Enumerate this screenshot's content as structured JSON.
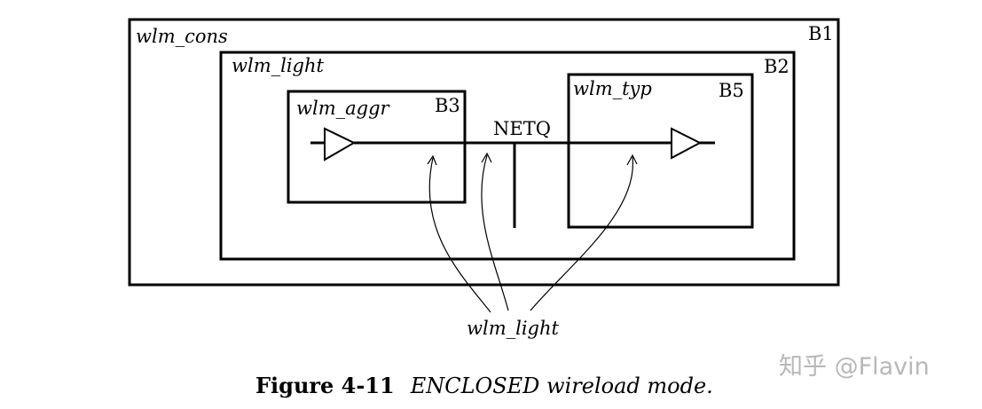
{
  "blocks": {
    "b1": {
      "name": "wlm_cons",
      "id": "B1"
    },
    "b2": {
      "name": "wlm_light",
      "id": "B2"
    },
    "b3": {
      "name": "wlm_aggr",
      "id": "B3"
    },
    "b5": {
      "name": "wlm_typ",
      "id": "B5"
    }
  },
  "net_label": "NETQ",
  "pointer_label": "wlm_light",
  "caption": {
    "number": "Figure 4-11",
    "text": "ENCLOSED wireload mode."
  },
  "watermark": "知乎 @Flavin"
}
